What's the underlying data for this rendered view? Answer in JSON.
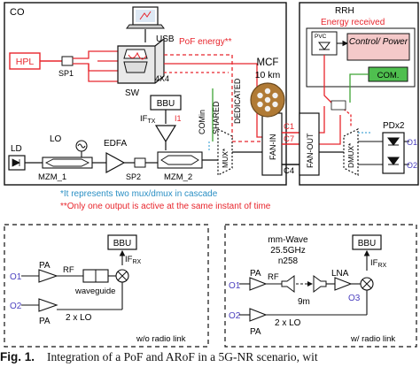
{
  "co": {
    "title": "CO",
    "usb": "USB",
    "hpl": "HPL",
    "sp1": "SP1",
    "sw": "SW",
    "sw_size": "4X4",
    "poe_energy": "PoF energy**",
    "bbu": "BBU",
    "if_tx": "IF",
    "if_tx_sub": "TX",
    "i1": "I1",
    "comin": "COMin",
    "shared": "SHARED",
    "dedicated": "DEDICATED",
    "mux": "MUX*",
    "fan_in": "FAN-IN",
    "ld": "LD",
    "lo": "LO",
    "edfa": "EDFA",
    "sp2": "SP2",
    "mzm1": "MZM_1",
    "mzm2": "MZM_2"
  },
  "mcf": {
    "title": "MCF",
    "length": "10 km"
  },
  "cores": {
    "c1": "C1",
    "c7": "C7",
    "c4": "C4"
  },
  "rrh": {
    "title": "RRH",
    "energy_received": "Energy received",
    "pvc": "PVC",
    "control_power": "Control/ Power",
    "com": "COM.",
    "fan_out": "FAN-OUT",
    "dmux": "DMUX*",
    "pdx2": "PDx2",
    "o1": "O1",
    "o2": "O2"
  },
  "notes": {
    "note1": "*It represents two mux/dmux in cascade",
    "note2": "**Only one output is active at the same instant of time"
  },
  "left_panel": {
    "bbu": "BBU",
    "if_rx": "IF",
    "if_rx_sub": "RX",
    "pa_top": "PA",
    "pa_bottom": "PA",
    "rf": "RF",
    "o1": "O1",
    "o2": "O2",
    "waveguide": "waveguide",
    "lo": "2 x LO",
    "caption": "w/o radio link"
  },
  "right_panel": {
    "bbu": "BBU",
    "if_rx": "IF",
    "if_rx_sub": "RX",
    "mmwave": "mm-Wave",
    "freq": "25.5GHz",
    "band": "n258",
    "pa_top": "PA",
    "pa_bottom": "PA",
    "rf": "RF",
    "lna": "LNA",
    "distance": "9m",
    "o1": "O1",
    "o2": "O2",
    "o3": "O3",
    "lo": "2 x LO",
    "caption": "w/ radio link"
  },
  "caption": {
    "label": "Fig. 1.",
    "text": "Integration of a PoF and ARoF in a 5G-NR scenario, wit"
  },
  "colors": {
    "red": "#e8262d",
    "green": "#3fa535",
    "blue": "#4aa8d8",
    "bronze": "#b07a35",
    "com_green": "#4fbf4f",
    "control_pink": "#f4c9c9"
  }
}
